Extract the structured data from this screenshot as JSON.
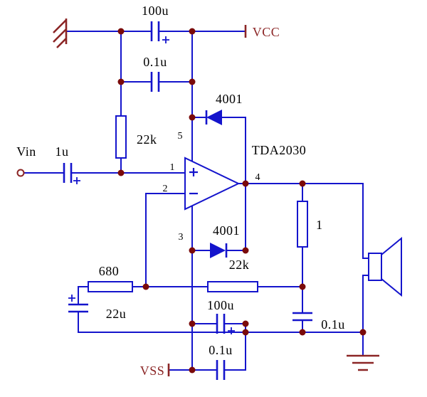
{
  "title": "TDA2030 power amplifier circuit schematic",
  "colors": {
    "wire": "#1414CC",
    "junction": "#7A0A0A",
    "power": "#8B2525",
    "text": "#000000",
    "background": "#FFFFFF"
  },
  "ic": {
    "name": "TDA2030",
    "pins": {
      "in_plus": "1",
      "in_minus": "2",
      "vss": "3",
      "out": "4",
      "vcc": "5"
    }
  },
  "ports": {
    "input_label": "Vin",
    "vcc_label": "VCC",
    "vss_label": "VSS"
  },
  "components": {
    "input_cap": "1u",
    "vcc_bulk_cap": "100u",
    "vcc_hf_cap": "0.1u",
    "bias_resistor": "22k",
    "clamp_diode_top": "4001",
    "clamp_diode_bottom": "4001",
    "feedback_resistor": "22k",
    "gain_resistor": "680",
    "gain_cap": "22u",
    "vss_bulk_cap": "100u",
    "vss_hf_cap": "0.1u",
    "zobel_resistor": "1",
    "zobel_cap": "0.1u",
    "polarity_mark": "+"
  }
}
